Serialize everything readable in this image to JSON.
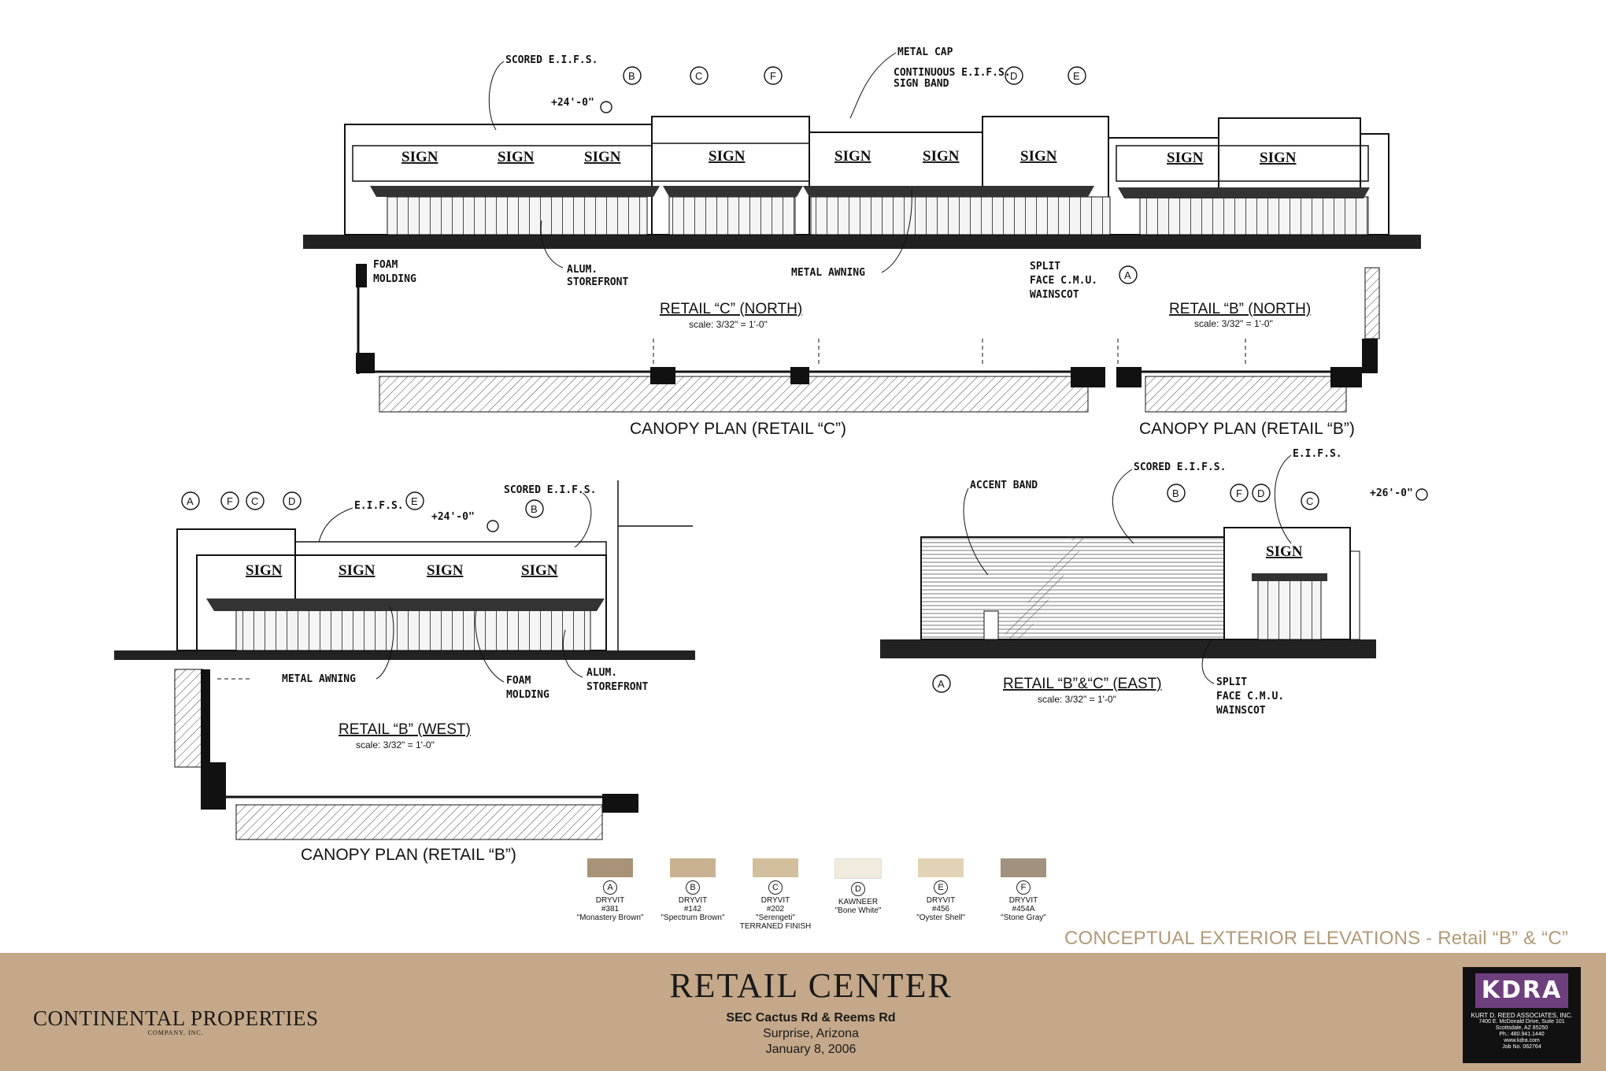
{
  "labels": {
    "scored_eifs": "SCORED E.I.F.S.",
    "metal_cap": "METAL CAP",
    "continuous_eifs": "CONTINUOUS E.I.F.S.",
    "sign_band": "SIGN BAND",
    "height_24": "+24'-0\"",
    "height_26": "+26'-0\"",
    "foam": "FOAM",
    "molding": "MOLDING",
    "alum": "ALUM.",
    "storefront": "STOREFRONT",
    "metal_awning": "METAL AWNING",
    "split": "SPLIT",
    "face_cmu": "FACE C.M.U.",
    "wainscot": "WAINSCOT",
    "eifs": "E.I.F.S.",
    "accent_band": "ACCENT BAND",
    "sign": "SIGN"
  },
  "markers": [
    "A",
    "B",
    "C",
    "D",
    "E",
    "F"
  ],
  "views": {
    "north_c": {
      "title": "RETAIL “C” (NORTH)",
      "scale": "scale: 3/32\" = 1'-0\""
    },
    "north_b": {
      "title": "RETAIL “B” (NORTH)",
      "scale": "scale: 3/32\" = 1'-0\""
    },
    "west_b": {
      "title": "RETAIL “B” (WEST)",
      "scale": "scale: 3/32\" = 1'-0\""
    },
    "east_bc": {
      "title": "RETAIL “B”&“C” (EAST)",
      "scale": "scale: 3/32\" = 1'-0\""
    }
  },
  "canopy": {
    "c": "CANOPY PLAN (RETAIL “C”)",
    "b": "CANOPY PLAN (RETAIL “B”)",
    "b_west": "CANOPY PLAN (RETAIL “B”)"
  },
  "swatches": [
    {
      "letter": "A",
      "maker": "DRYVIT",
      "code": "#381",
      "name": "\"Monastery Brown\"",
      "extra": "",
      "color": "#a89378"
    },
    {
      "letter": "B",
      "maker": "DRYVIT",
      "code": "#142",
      "name": "\"Spectrum Brown\"",
      "extra": "",
      "color": "#c9b291"
    },
    {
      "letter": "C",
      "maker": "DRYVIT",
      "code": "#202",
      "name": "\"Serengeti\"",
      "extra": "TERRANED FINISH",
      "color": "#d2bf9d"
    },
    {
      "letter": "D",
      "maker": "KAWNEER",
      "code": "",
      "name": "\"Bone White\"",
      "extra": "",
      "color": "#f1ebdd"
    },
    {
      "letter": "E",
      "maker": "DRYVIT",
      "code": "#456",
      "name": "\"Oyster Shell\"",
      "extra": "",
      "color": "#e2d3b6"
    },
    {
      "letter": "F",
      "maker": "DRYVIT",
      "code": "#454A",
      "name": "\"Stone Gray\"",
      "extra": "",
      "color": "#a3917f"
    }
  ],
  "conceptual_title": "CONCEPTUAL EXTERIOR ELEVATIONS - Retail “B” & “C”",
  "footer": {
    "left_logo": "CONTINENTAL PROPERTIES",
    "left_logo_sub": "COMPANY, INC.",
    "project_title": "RETAIL CENTER",
    "address": "SEC Cactus Rd & Reems Rd",
    "city": "Surprise, Arizona",
    "date": "January 8, 2006",
    "firm_logo": "KDRA",
    "firm_name": "KURT D. REED ASSOCIATES, INC.",
    "firm_addr1": "7400 E. McDonald Drive, Suite 101",
    "firm_addr2": "Scottsdale, AZ 85250",
    "firm_phone": "Ph.: 480.941.1440",
    "firm_web": "www.kdra.com",
    "firm_job": "Job No. 062764"
  },
  "colors": {
    "footer_band": "#c4a889",
    "conceptual_text": "#b09a78",
    "kdra_purple": "#6e3f7d"
  }
}
